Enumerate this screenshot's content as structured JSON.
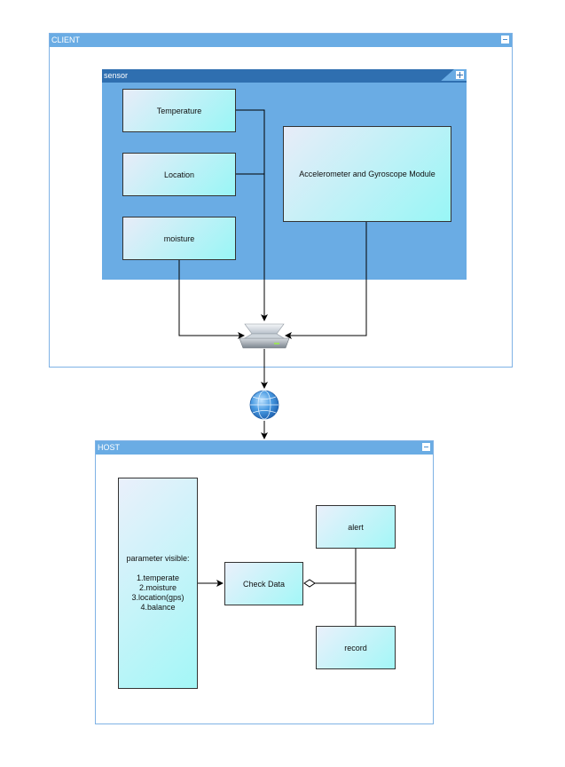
{
  "client": {
    "title": "CLIENT",
    "sensor": {
      "title": "sensor",
      "nodes": {
        "temperature": "Temperature",
        "location": "Location",
        "moisture": "moisture",
        "accelerometer": "Accelerometer and Gyroscope Module"
      }
    }
  },
  "host": {
    "title": "HOST",
    "parameters": "parameter visible:\n\n1.temperate\n2.moisture\n3.location(gps)\n4.balance",
    "check_data": "Check Data",
    "alert": "alert",
    "record": "record"
  },
  "icons": {
    "hub": "network-switch-icon",
    "internet": "globe-icon"
  },
  "colors": {
    "frame_border": "#7fb2e5",
    "frame_header": "#6aace4",
    "sensor_fill": "#6aace4",
    "sensor_title": "#2f6fb0",
    "node_gradient_start": "#e8ecf8",
    "node_gradient_end": "#98f6f6"
  }
}
